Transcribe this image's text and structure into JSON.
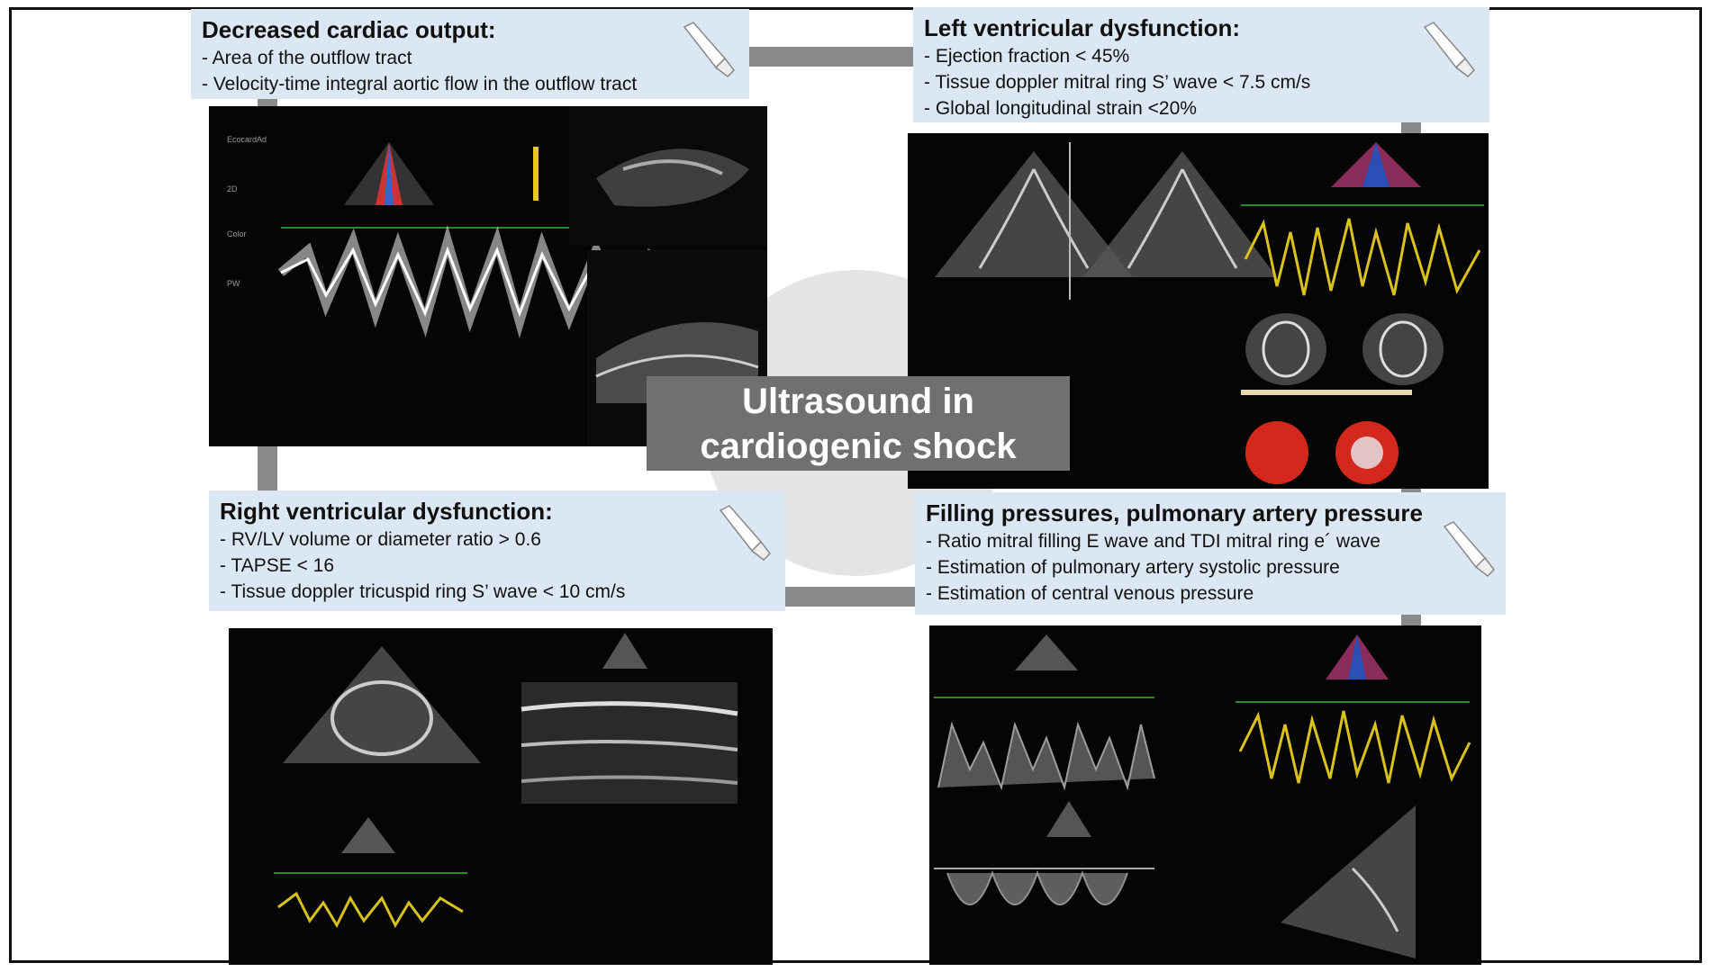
{
  "center": {
    "line1": "Ultrasound in",
    "line2": "cardiogenic shock"
  },
  "panels": {
    "cardiac_output": {
      "title": "Decreased cardiac output:",
      "items": [
        "- Area of the outflow tract",
        "- Velocity-time integral aortic flow in the outflow tract"
      ]
    },
    "lv_dysfunction": {
      "title": "Left ventricular dysfunction:",
      "items": [
        "- Ejection fraction < 45%",
        "- Tissue doppler mitral ring S’ wave < 7.5 cm/s",
        "- Global longitudinal strain <20%"
      ]
    },
    "rv_dysfunction": {
      "title": "Right ventricular dysfunction:",
      "items": [
        "- RV/LV volume or diameter ratio > 0.6",
        "- TAPSE < 16",
        "- Tissue doppler tricuspid ring S’ wave < 10 cm/s"
      ]
    },
    "filling_pressures": {
      "title": "Filling pressures, pulmonary artery pressure",
      "items": [
        "- Ratio mitral filling E wave and TDI mitral ring e´ wave",
        "- Estimation of pulmonary artery systolic pressure",
        "- Estimation of central venous pressure"
      ]
    }
  },
  "icons": {
    "probe": "ultrasound-probe-icon"
  },
  "colors": {
    "panel_bg": "#dbe7f3",
    "center_box": "#707070",
    "connector": "#8a8a8a",
    "circle": "#e4e4e4",
    "doppler_yellow": "#d9c21a"
  }
}
